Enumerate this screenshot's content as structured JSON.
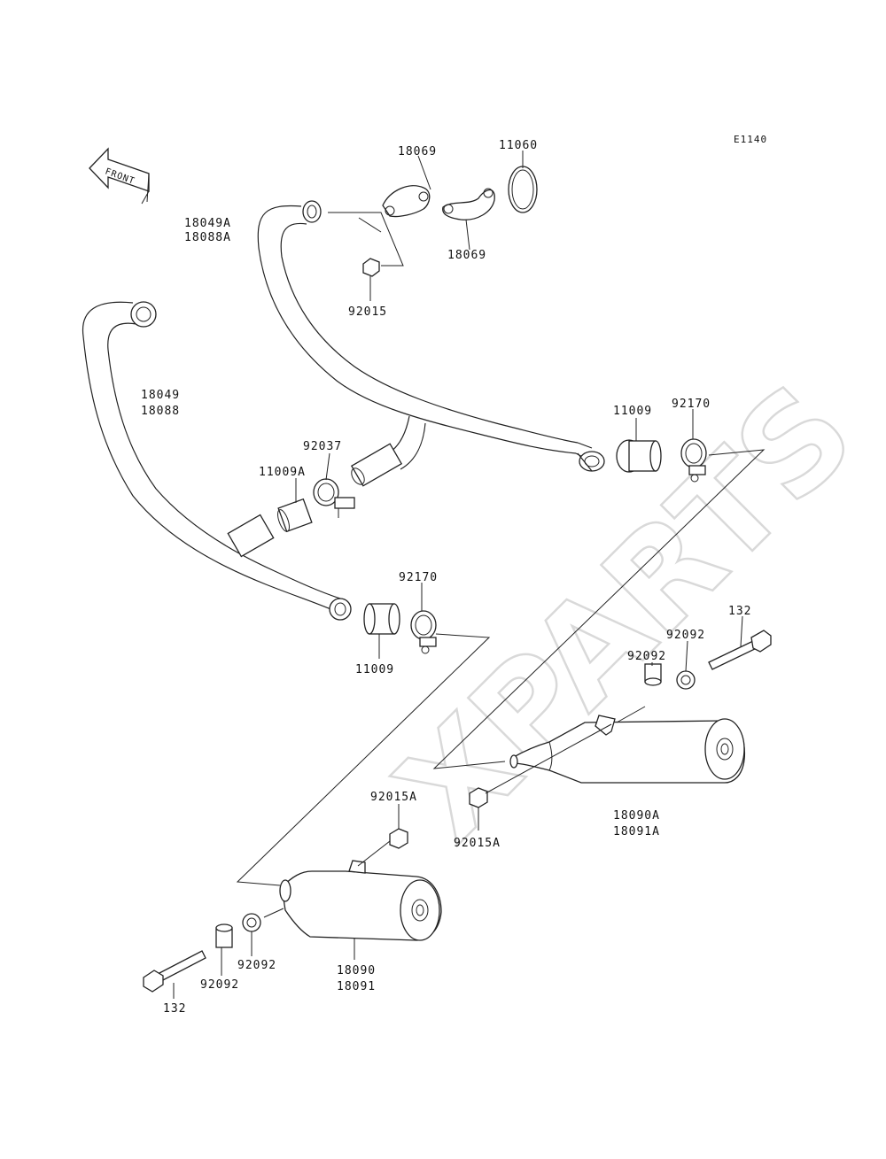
{
  "diagram_code": "E1140",
  "front_label": "FRONT",
  "watermark": "XPARTS",
  "parts": {
    "p18069_top": "18069",
    "p11060": "11060",
    "p18069_bottom": "18069",
    "p18049A": "18049A",
    "p18088A": "18088A",
    "p92015": "92015",
    "p18049": "18049",
    "p18088": "18088",
    "p92037": "92037",
    "p11009A": "11009A",
    "p11009_right": "11009",
    "p92170_right": "92170",
    "p92170_left": "92170",
    "p11009_left": "11009",
    "p132_right": "132",
    "p92092_r1": "92092",
    "p92092_r2": "92092",
    "p18090A": "18090A",
    "p18091A": "18091A",
    "p92015A_right": "92015A",
    "p92015A_left": "92015A",
    "p18090": "18090",
    "p18091": "18091",
    "p92092_l1": "92092",
    "p92092_l2": "92092",
    "p132_left": "132"
  }
}
